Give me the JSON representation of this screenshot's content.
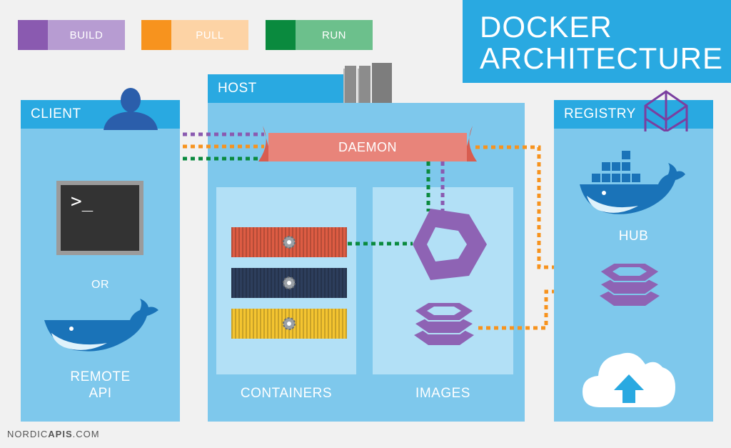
{
  "title": {
    "line1": "DOCKER",
    "line2": "ARCHITECTURE"
  },
  "legend": [
    {
      "label": "BUILD",
      "color": "#8a5ab0",
      "light": "#b79cd2"
    },
    {
      "label": "PULL",
      "color": "#f7931e",
      "light": "#fdd3a5"
    },
    {
      "label": "RUN",
      "color": "#0a8a3e",
      "light": "#6cc08c"
    }
  ],
  "client": {
    "header": "CLIENT",
    "terminal_prompt": ">_",
    "or_label": "OR",
    "remote_api": [
      "REMOTE",
      "API"
    ]
  },
  "host": {
    "header": "HOST",
    "daemon": "DAEMON",
    "containers_label": "CONTAINERS",
    "images_label": "IMAGES"
  },
  "registry": {
    "header": "REGISTRY",
    "hub_label": "HUB"
  },
  "watermark": {
    "part1": "NORDIC",
    "part2": "APIS",
    "part3": ".COM"
  },
  "colors": {
    "panel_header": "#29a9e1",
    "panel": "#7ec8ec",
    "subpanel": "#b2e0f6",
    "daemon": "#e8847a",
    "container_red": "#dd5c43",
    "container_navy": "#2d3e5c",
    "container_yellow": "#f4c430",
    "image_purple": "#8e63b4"
  },
  "icons": [
    "user-icon",
    "server-icon",
    "registry-building-icon",
    "docker-whale-icon",
    "gear-icon",
    "image-stack-icon",
    "cloud-upload-icon"
  ]
}
